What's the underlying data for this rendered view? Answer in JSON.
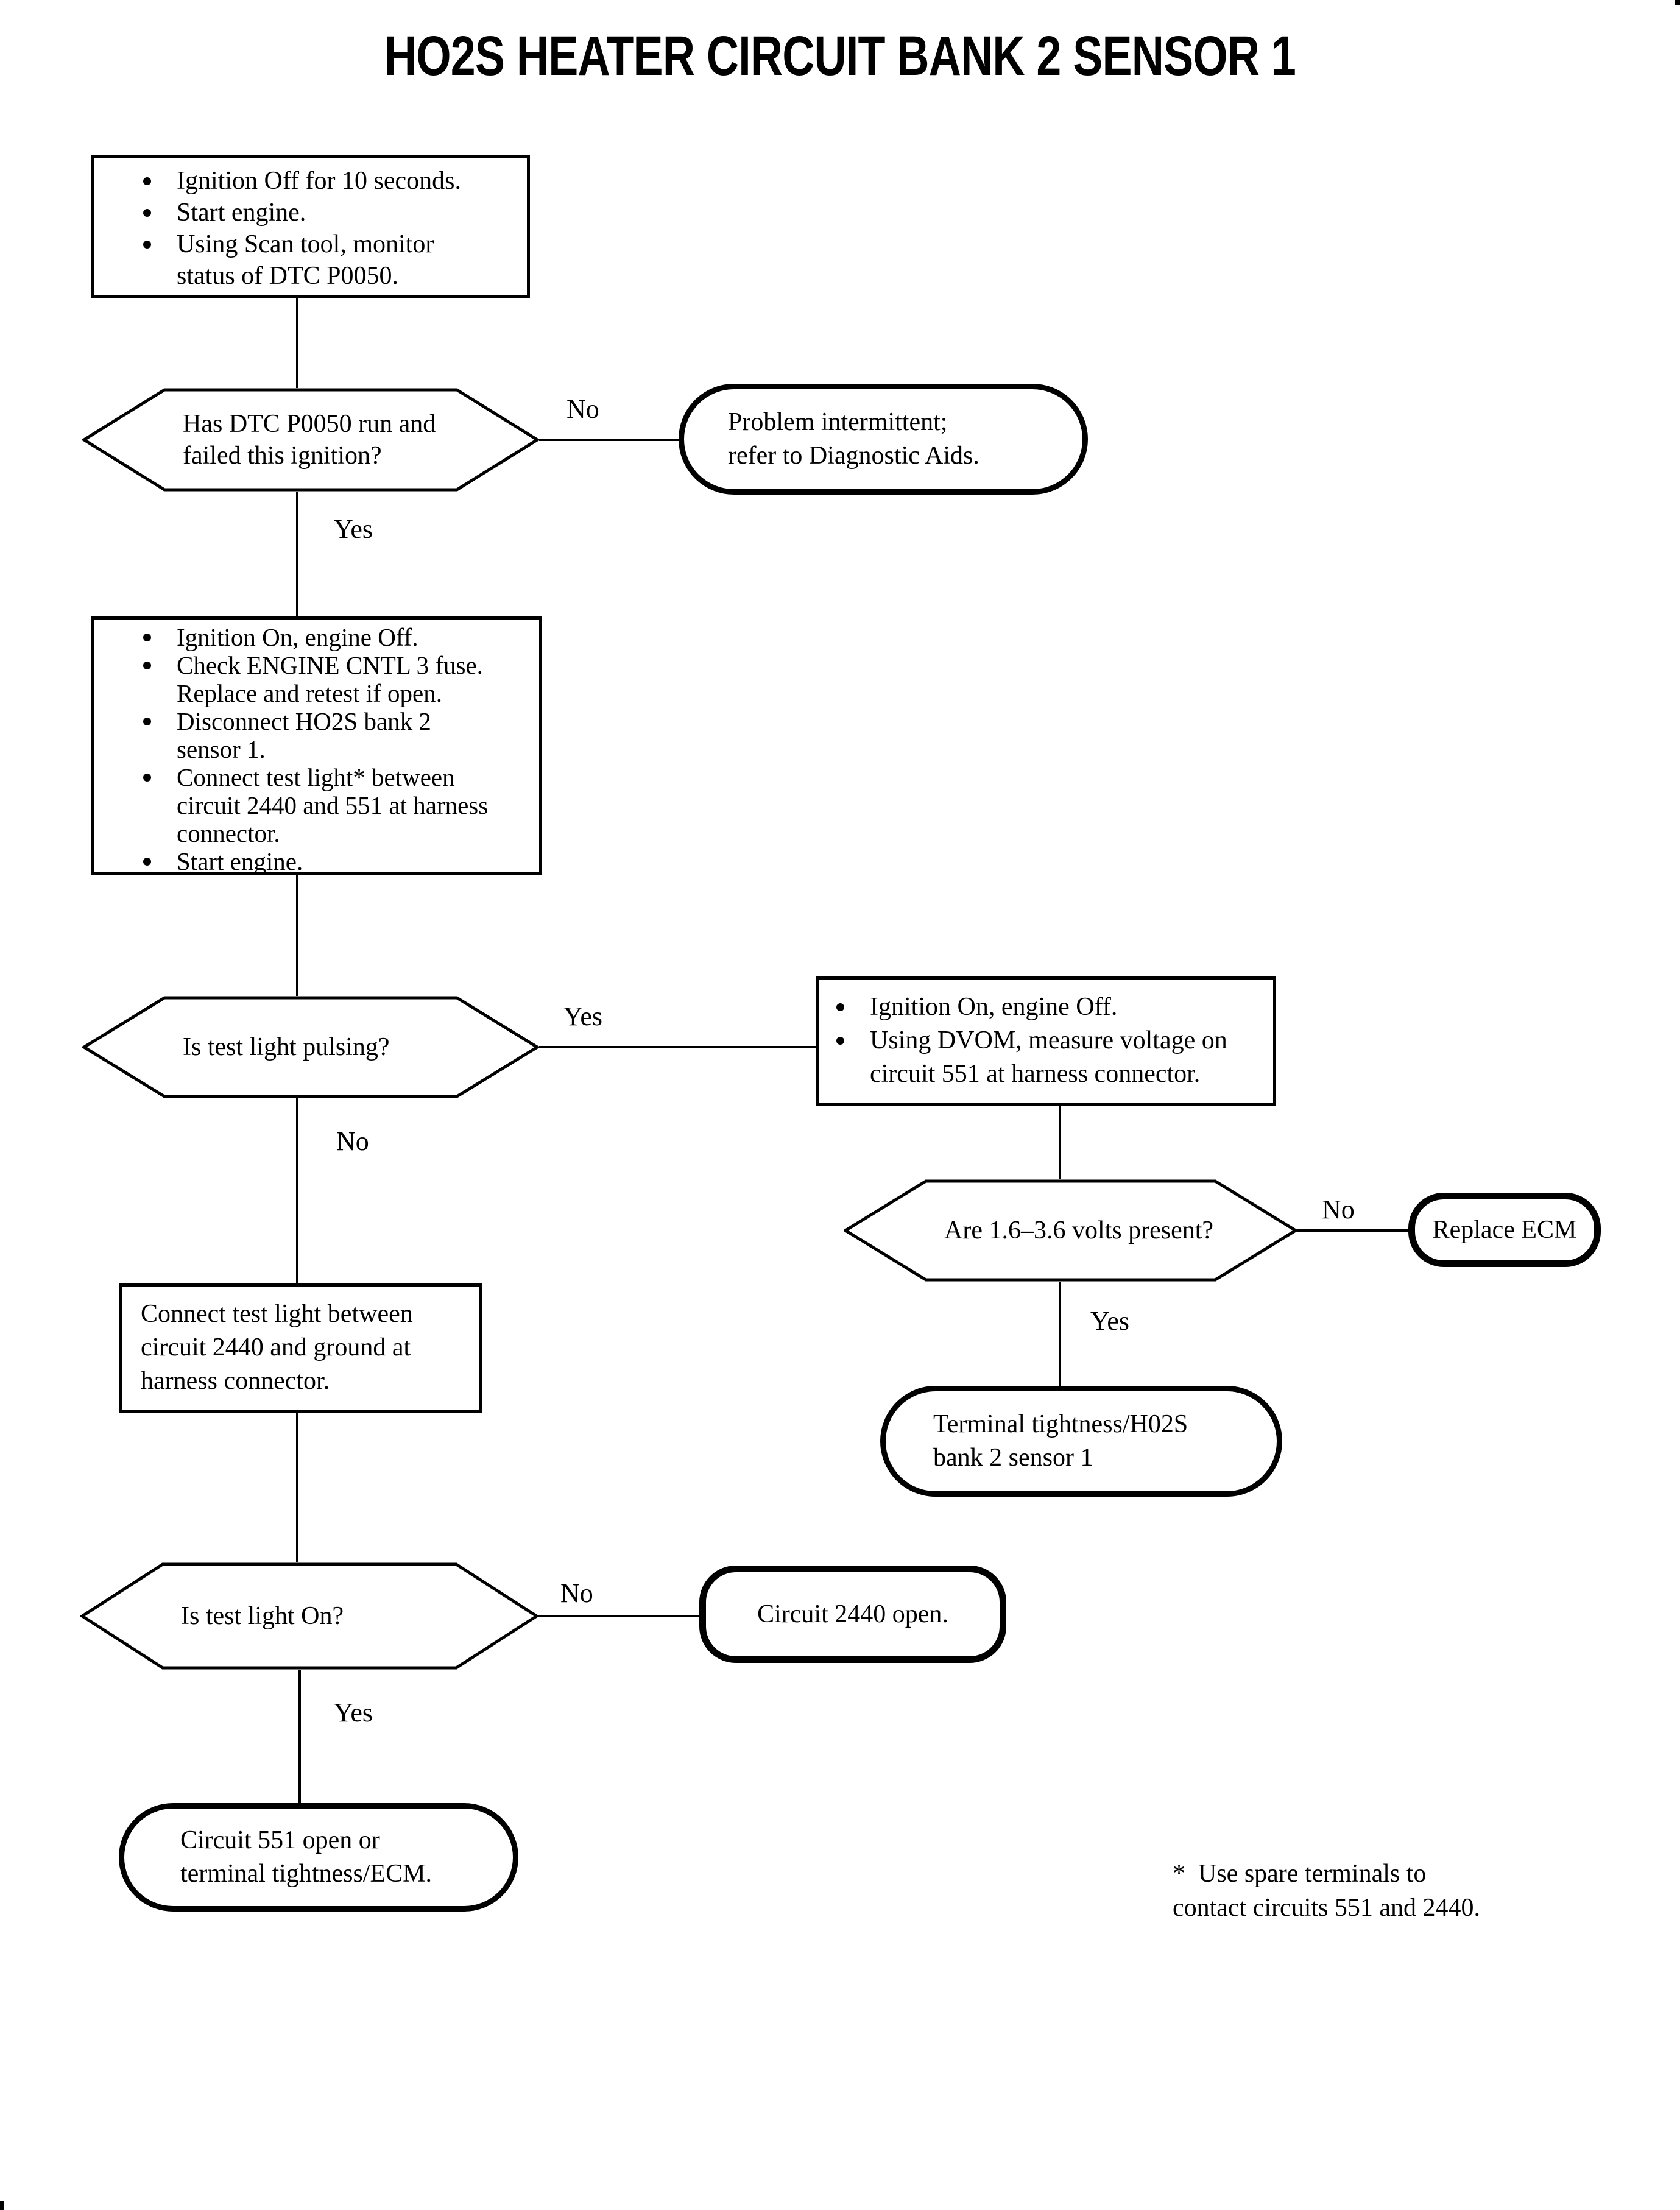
{
  "page": {
    "title": "HO2S HEATER CIRCUIT BANK 2 SENSOR 1"
  },
  "labels": {
    "yes": "Yes",
    "no": "No"
  },
  "nodes": {
    "step1": {
      "bullets": [
        "Ignition Off for 10 seconds.",
        "Start engine.",
        "Using Scan tool, monitor\nstatus of DTC P0050."
      ]
    },
    "decision_dtc": {
      "question": "Has DTC P0050 run and\nfailed this ignition?"
    },
    "terminal_intermittent": {
      "text": "Problem intermittent;\nrefer to Diagnostic Aids."
    },
    "step2": {
      "bullets": [
        "Ignition On, engine Off.",
        "Check ENGINE CNTL 3 fuse.\nReplace and retest if open.",
        "Disconnect HO2S bank 2\nsensor 1.",
        "Connect test light* between\ncircuit 2440 and 551 at harness\nconnector.",
        "Start engine."
      ]
    },
    "decision_pulsing": {
      "question": "Is test light pulsing?"
    },
    "step_dvom": {
      "bullets": [
        "Ignition On, engine Off.",
        "Using DVOM, measure voltage on\ncircuit 551 at harness connector."
      ]
    },
    "decision_volts": {
      "question": "Are 1.6–3.6 volts present?"
    },
    "terminal_replace_ecm": {
      "text": "Replace ECM"
    },
    "terminal_tightness": {
      "text": "Terminal tightness/H02S\nbank 2 sensor 1"
    },
    "step_ground": {
      "text": "Connect test light between\ncircuit 2440 and ground at\nharness connector."
    },
    "decision_light_on": {
      "question": "Is test light On?"
    },
    "terminal_2440_open": {
      "text": "Circuit 2440 open."
    },
    "terminal_551_open": {
      "text": "Circuit 551 open or\nterminal tightness/ECM."
    }
  },
  "footnote": "*  Use spare terminals to\ncontact circuits 551 and 2440."
}
